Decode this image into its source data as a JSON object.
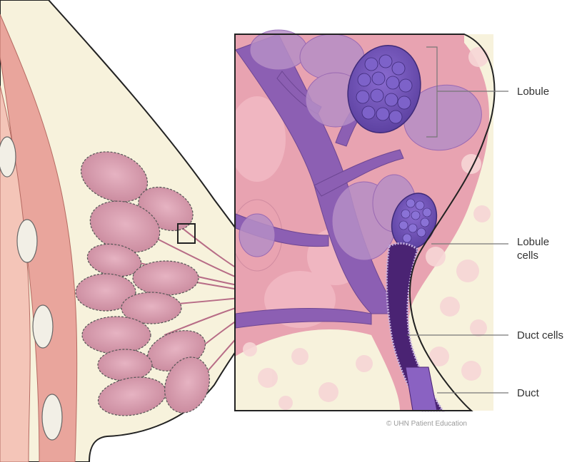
{
  "labels": {
    "lobule": "Lobule",
    "lobule_cells_line1": "Lobule",
    "lobule_cells_line2": "cells",
    "duct_cells": "Duct cells",
    "duct": "Duct"
  },
  "credit": "© UHN Patient Education",
  "colors": {
    "breast_tissue": "#f7f2dc",
    "chest_wall": "#e9a59c",
    "lobule_pink": "#cc8fa2",
    "inset_pink": "#e8a3b1",
    "vessel_purple": "#8c5fb3",
    "lobule_purple": "#6e55b0",
    "duct_dark": "#4a2373",
    "outline": "#222222"
  }
}
